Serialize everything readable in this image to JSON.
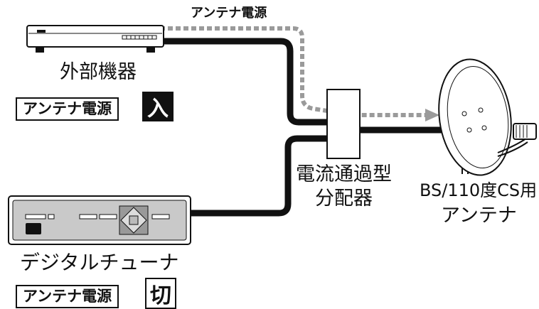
{
  "labels": {
    "antenna_power_top": "アンテナ電源",
    "external_device": "外部機器",
    "antenna_power_on_text": "アンテナ電源",
    "on_state": "入",
    "splitter_line1": "電流通過型",
    "splitter_line2": "分配器",
    "antenna_line1": "BS/110度CS用",
    "antenna_line2": "アンテナ",
    "digital_tuner": "デジタルチューナ",
    "antenna_power_off_text": "アンテナ電源",
    "off_state": "切"
  },
  "colors": {
    "cable": "#111111",
    "power_flow_dotted": "#9a9a9a",
    "device_body": "#ffffff",
    "tuner_panel": "#c9c9c9"
  }
}
